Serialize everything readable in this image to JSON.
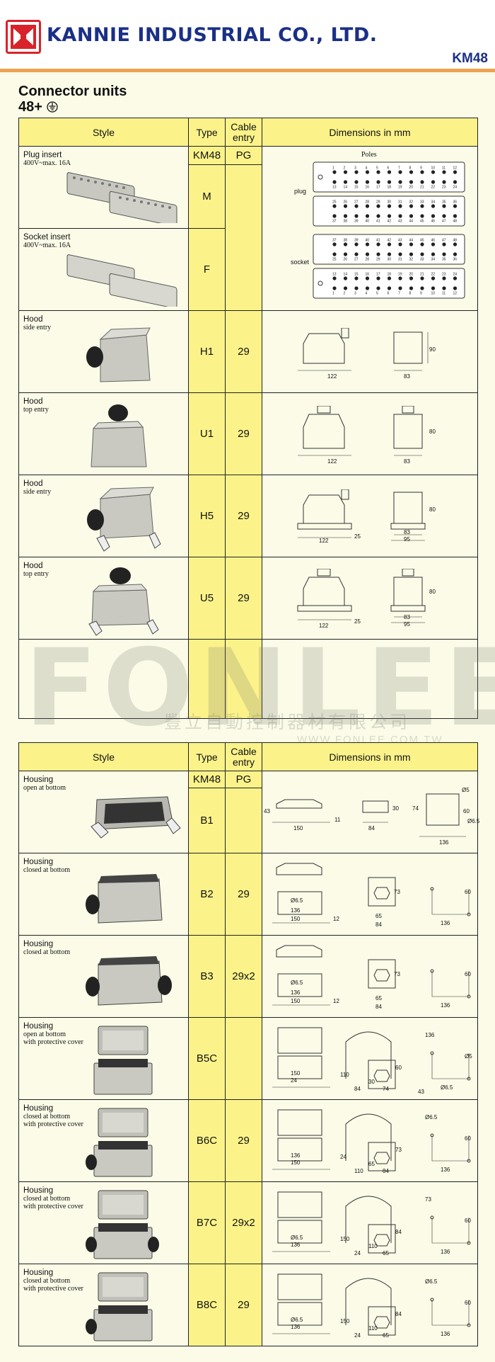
{
  "header": {
    "company_name": "KANNIE INDUSTRIAL CO., LTD.",
    "catalog_code": "KM48",
    "colors": {
      "brand_blue": "#1a2f86",
      "logo_red": "#d8232a",
      "accent_orange": "#f0a050",
      "header_yellow": "#fbf38a"
    }
  },
  "section": {
    "title": "Connector units",
    "subtitle": "48+"
  },
  "columns": {
    "style": "Style",
    "type": "Type",
    "cable_entry": "Cable entry",
    "dimensions": "Dimensions in mm"
  },
  "table1": {
    "subheader": {
      "type": "KM48",
      "cable": "PG"
    },
    "inserts": {
      "plug": {
        "name": "Plug insert",
        "spec": "400V~max. 16A",
        "type": "M"
      },
      "socket": {
        "name": "Socket insert",
        "spec": "400V~max. 16A",
        "type": "F"
      },
      "poles_title": "Poles",
      "plug_label": "plug",
      "socket_label": "socket",
      "pole_numbers": {
        "row1": [
          "1",
          "2",
          "3",
          "4",
          "5",
          "6",
          "7",
          "8",
          "9",
          "10",
          "11",
          "12"
        ],
        "row2": [
          "13",
          "14",
          "15",
          "16",
          "17",
          "18",
          "19",
          "20",
          "21",
          "22",
          "23",
          "24"
        ],
        "row3": [
          "25",
          "26",
          "27",
          "28",
          "29",
          "30",
          "31",
          "32",
          "33",
          "34",
          "35",
          "36"
        ],
        "row4": [
          "37",
          "38",
          "39",
          "40",
          "41",
          "42",
          "43",
          "44",
          "45",
          "46",
          "47",
          "48"
        ]
      }
    },
    "rows": [
      {
        "name": "Hood",
        "sub": "side entry",
        "type": "H1",
        "cable": "29",
        "dims": [
          "122",
          "83",
          "90"
        ]
      },
      {
        "name": "Hood",
        "sub": "top entry",
        "type": "U1",
        "cable": "29",
        "dims": [
          "122",
          "83",
          "80"
        ]
      },
      {
        "name": "Hood",
        "sub": "side entry",
        "type": "H5",
        "cable": "29",
        "dims": [
          "122",
          "25",
          "83",
          "95",
          "80"
        ]
      },
      {
        "name": "Hood",
        "sub": "top entry",
        "type": "U5",
        "cable": "29",
        "dims": [
          "122",
          "25",
          "83",
          "95",
          "80"
        ]
      }
    ]
  },
  "table2": {
    "subheader": {
      "type": "KM48",
      "cable": "PG"
    },
    "rows": [
      {
        "name": "Housing",
        "sub": [
          "open at bottom"
        ],
        "type": "B1",
        "cable": "",
        "dims": [
          "150",
          "11",
          "84",
          "30",
          "74",
          "60",
          "136",
          "Ø5",
          "Ø6.5",
          "43"
        ]
      },
      {
        "name": "Housing",
        "sub": [
          "closed at bottom"
        ],
        "type": "B2",
        "cable": "29",
        "dims": [
          "Ø6.5",
          "136",
          "150",
          "12",
          "65",
          "84",
          "73",
          "60",
          "136"
        ]
      },
      {
        "name": "Housing",
        "sub": [
          "closed at bottom"
        ],
        "type": "B3",
        "cable": "29x2",
        "dims": [
          "Ø6.5",
          "136",
          "150",
          "12",
          "65",
          "84",
          "73",
          "60",
          "136"
        ]
      },
      {
        "name": "Housing",
        "sub": [
          "open at bottom",
          "with protective cover"
        ],
        "type": "B5C",
        "cable": "",
        "dims": [
          "150",
          "24",
          "110",
          "84",
          "30",
          "74",
          "60",
          "136",
          "Ø5",
          "Ø6.5",
          "43"
        ]
      },
      {
        "name": "Housing",
        "sub": [
          "closed at bottom",
          "with protective cover"
        ],
        "type": "B6C",
        "cable": "29",
        "dims": [
          "136",
          "150",
          "24",
          "110",
          "65",
          "84",
          "73",
          "Ø6.5",
          "60",
          "136"
        ]
      },
      {
        "name": "Housing",
        "sub": [
          "closed at bottom",
          "with protective cover"
        ],
        "type": "B7C",
        "cable": "29x2",
        "dims": [
          "Ø6.5",
          "136",
          "150",
          "24",
          "110",
          "65",
          "84",
          "73",
          "60",
          "136"
        ]
      },
      {
        "name": "Housing",
        "sub": [
          "closed at bottom",
          "with protective cover"
        ],
        "type": "B8C",
        "cable": "29",
        "dims": [
          "Ø6.5",
          "136",
          "150",
          "24",
          "110",
          "65",
          "84",
          "Ø6.5",
          "60",
          "136"
        ]
      }
    ]
  },
  "watermark": {
    "text": "FONLEE",
    "chinese": "豐立自動控制器材有限公司",
    "url": "WWW.FONLEE.COM.TW"
  }
}
